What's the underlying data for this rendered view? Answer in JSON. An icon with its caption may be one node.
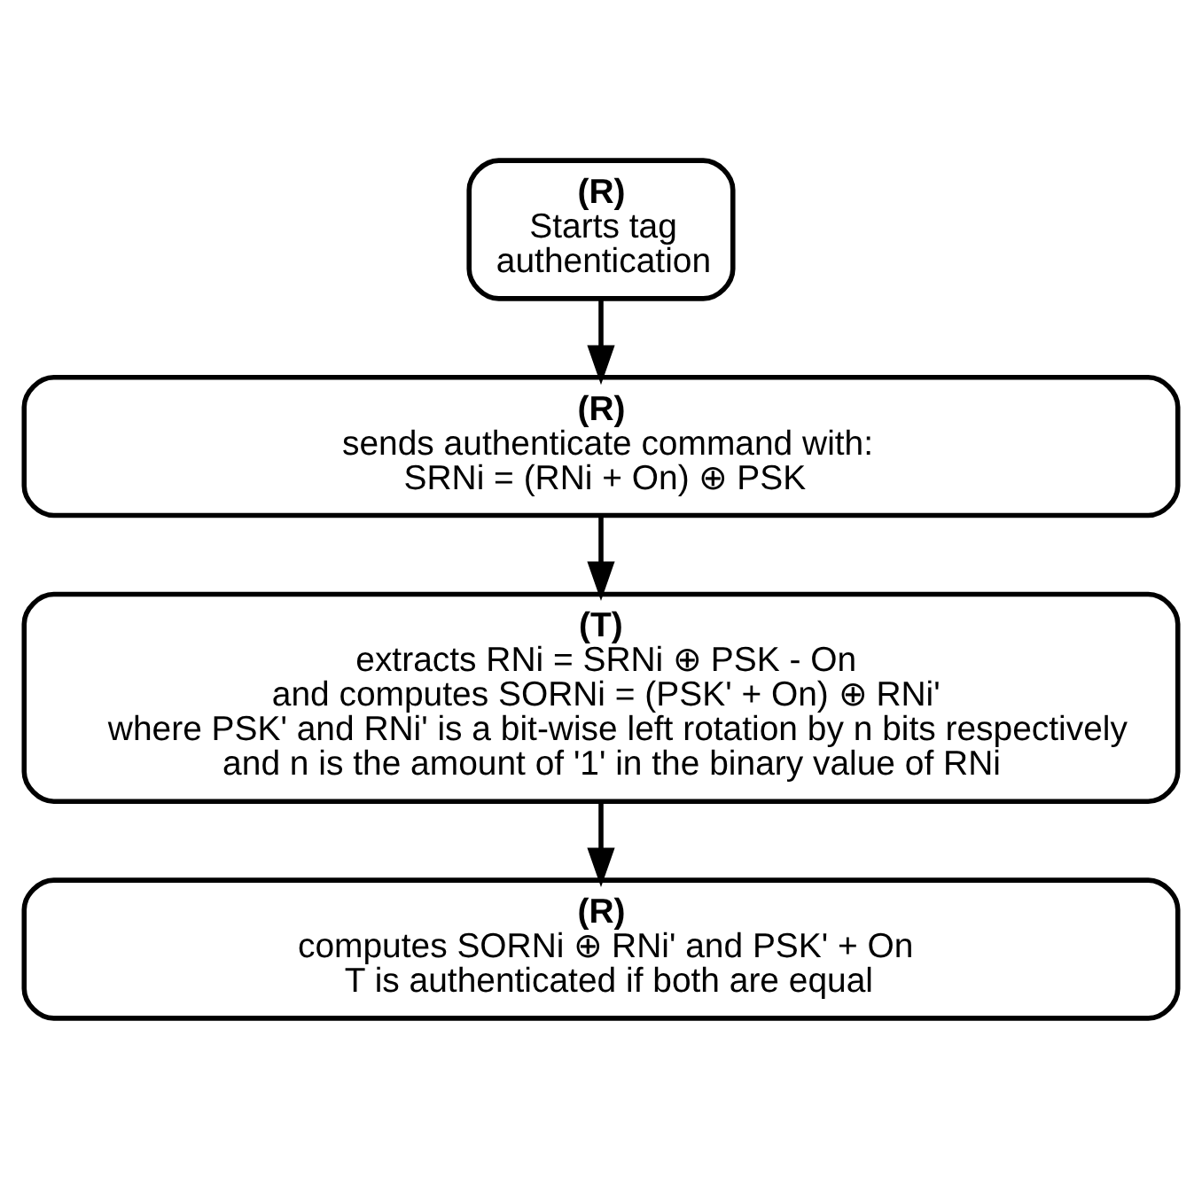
{
  "diagram": {
    "nodes": [
      {
        "text": [
          "(R)",
          "Starts tag authentication"
        ]
      },
      {
        "text": [
          "(R)",
          "sends authenticate command with:",
          "SRNi = (RNi + On) ⊕ PSK"
        ]
      },
      {
        "text": [
          "(T)",
          "extracts RNi = SRNi ⊕ PSK - On",
          "and computes SORNi = (PSK' + On) ⊕ RNi'",
          "where PSK' and RNi' is a bit-wise left rotation by n bits respectively and n is the amount of '1' in the binary value of RNi"
        ]
      },
      {
        "text": [
          "(R)",
          "computes SORNi ⊕ RNi' and PSK' + On",
          "T is authenticated if both are equal"
        ]
      }
    ],
    "edges": [
      {
        "from": 0,
        "to": 1,
        "arrow": "to"
      },
      {
        "from": 1,
        "to": 2,
        "arrow": "to"
      },
      {
        "from": 2,
        "to": 3,
        "arrow": "to"
      }
    ]
  }
}
